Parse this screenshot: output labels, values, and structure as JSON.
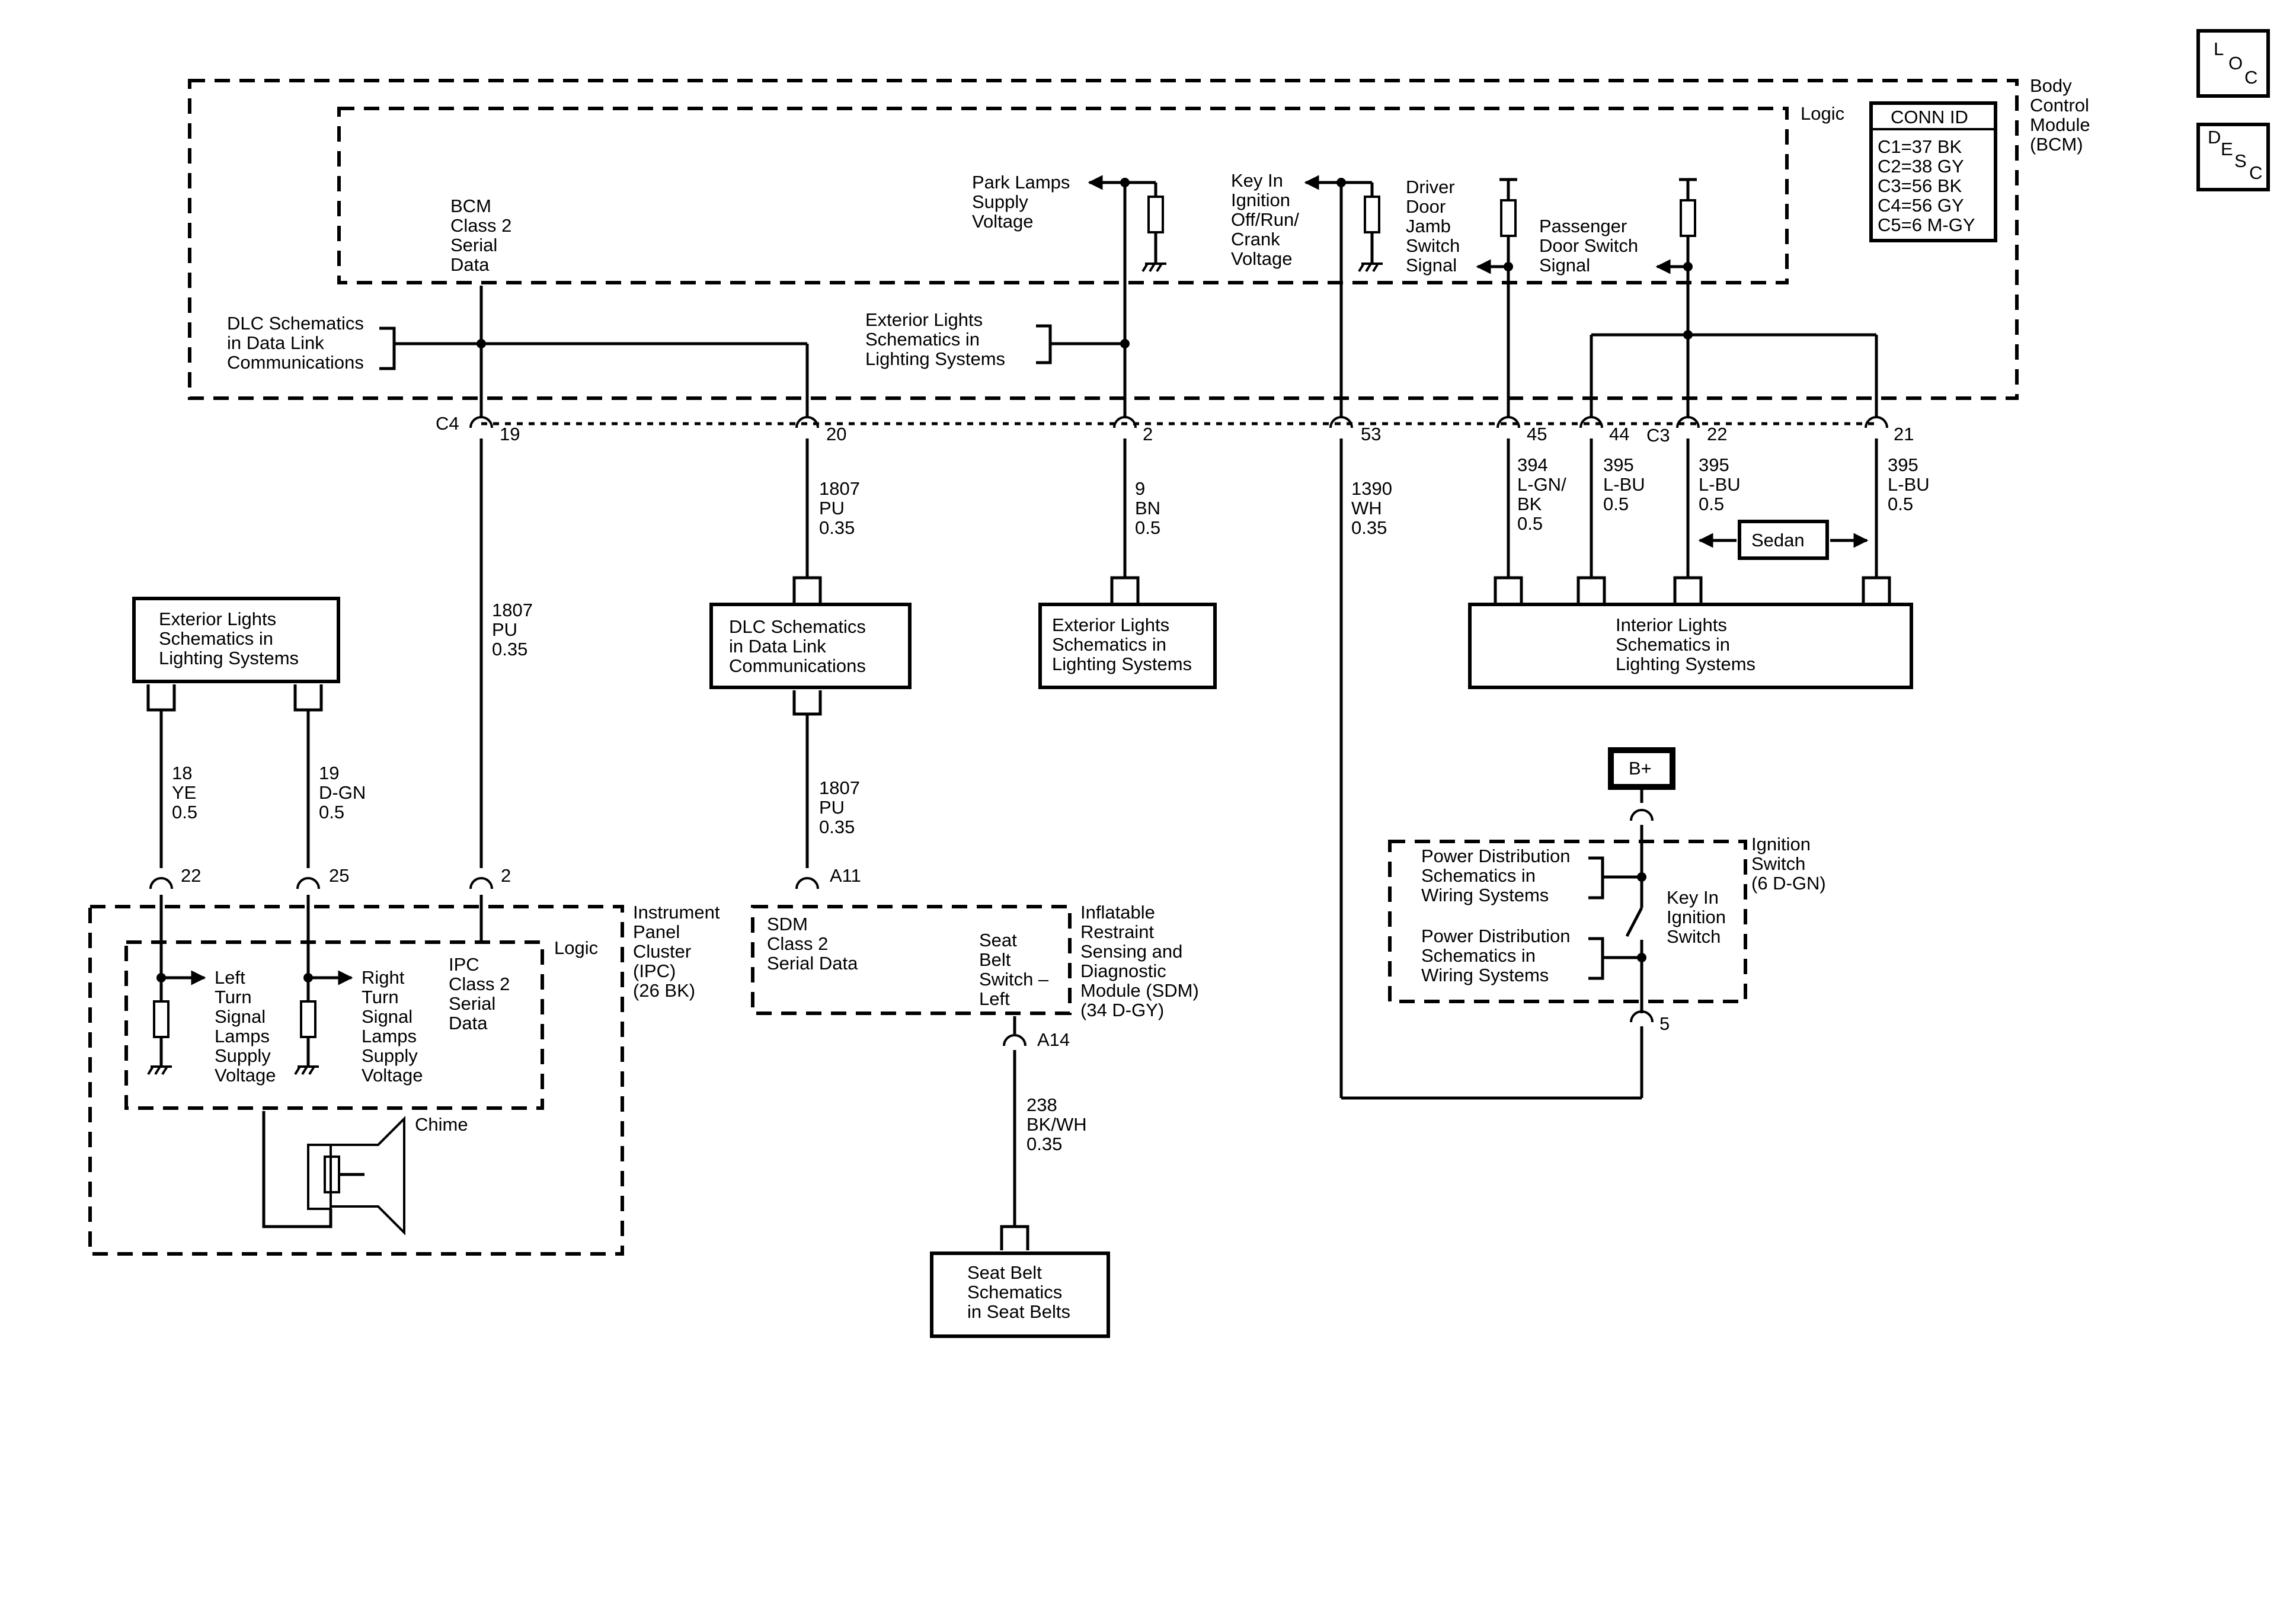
{
  "corner_icons": {
    "loc": [
      "L",
      "O",
      "C"
    ],
    "desc": [
      "D",
      "E",
      "S",
      "C"
    ]
  },
  "bcm": {
    "title": [
      "Body",
      "Control",
      "Module",
      "(BCM)"
    ],
    "logic": "Logic",
    "conn_id": {
      "title": "CONN ID",
      "rows": [
        "C1=37 BK",
        "C2=38 GY",
        "C3=56 BK",
        "C4=56 GY",
        "C5=6 M-GY"
      ]
    },
    "labels": {
      "bcm_serial": [
        "BCM",
        "Class 2",
        "Serial",
        "Data"
      ],
      "dlc_ref": [
        "DLC Schematics",
        "in Data Link",
        "Communications"
      ],
      "park_lamps": [
        "Park Lamps",
        "Supply",
        "Voltage"
      ],
      "ext_lights_ref": [
        "Exterior Lights",
        "Schematics in",
        "Lighting Systems"
      ],
      "key_in": [
        "Key In",
        "Ignition",
        "Off/Run/",
        "Crank",
        "Voltage"
      ],
      "driver_door": [
        "Driver",
        "Door",
        "Jamb",
        "Switch",
        "Signal"
      ],
      "passenger_door": [
        "Passenger",
        "Door Switch",
        "Signal"
      ]
    }
  },
  "connectors": {
    "c4": "C4",
    "c3": "C3",
    "pins": [
      "19",
      "20",
      "2",
      "53",
      "45",
      "44",
      "22",
      "21"
    ]
  },
  "wires": {
    "w19_lower": [
      "1807",
      "PU",
      "0.35"
    ],
    "w20_upper": [
      "1807",
      "PU",
      "0.35"
    ],
    "w20_lower": [
      "1807",
      "PU",
      "0.35"
    ],
    "w2": [
      "9",
      "BN",
      "0.5"
    ],
    "w53": [
      "1390",
      "WH",
      "0.35"
    ],
    "w45": [
      "394",
      "L-GN/",
      "BK",
      "0.5"
    ],
    "w44": [
      "395",
      "L-BU",
      "0.5"
    ],
    "w22": [
      "395",
      "L-BU",
      "0.5"
    ],
    "w21": [
      "395",
      "L-BU",
      "0.5"
    ],
    "w_ye": [
      "18",
      "YE",
      "0.5"
    ],
    "w_dgn": [
      "19",
      "D-GN",
      "0.5"
    ],
    "w_238": [
      "238",
      "BK/WH",
      "0.35"
    ]
  },
  "sedan": "Sedan",
  "boxes": {
    "ext_lights_left": [
      "Exterior Lights",
      "Schematics in",
      "Lighting Systems"
    ],
    "dlc_mid": [
      "DLC Schematics",
      "in Data Link",
      "Communications"
    ],
    "ext_lights_mid": [
      "Exterior Lights",
      "Schematics in",
      "Lighting Systems"
    ],
    "interior": [
      "Interior Lights",
      "Schematics in",
      "Lighting Systems"
    ],
    "seat_belt": [
      "Seat Belt",
      "Schematics",
      "in Seat Belts"
    ],
    "b_plus": "B+"
  },
  "ipc": {
    "title": [
      "Instrument",
      "Panel",
      "Cluster",
      "(IPC)",
      "(26 BK)"
    ],
    "logic": "Logic",
    "pins": [
      "22",
      "25",
      "2"
    ],
    "left_turn": [
      "Left",
      "Turn",
      "Signal",
      "Lamps",
      "Supply",
      "Voltage"
    ],
    "right_turn": [
      "Right",
      "Turn",
      "Signal",
      "Lamps",
      "Supply",
      "Voltage"
    ],
    "ipc_serial": [
      "IPC",
      "Class 2",
      "Serial",
      "Data"
    ],
    "chime": "Chime"
  },
  "sdm": {
    "title": [
      "Inflatable",
      "Restraint",
      "Sensing and",
      "Diagnostic",
      "Module (SDM)",
      "(34 D-GY)"
    ],
    "serial": [
      "SDM",
      "Class 2",
      "Serial Data"
    ],
    "seat_belt_switch": [
      "Seat",
      "Belt",
      "Switch –",
      "Left"
    ],
    "pins": [
      "A11",
      "A14"
    ]
  },
  "ignition": {
    "title": [
      "Ignition",
      "Switch",
      "(6 D-GN)"
    ],
    "power_dist_1": [
      "Power Distribution",
      "Schematics in",
      "Wiring Systems"
    ],
    "power_dist_2": [
      "Power Distribution",
      "Schematics in",
      "Wiring Systems"
    ],
    "key_in_switch": [
      "Key In",
      "Ignition",
      "Switch"
    ],
    "pin": "5"
  }
}
